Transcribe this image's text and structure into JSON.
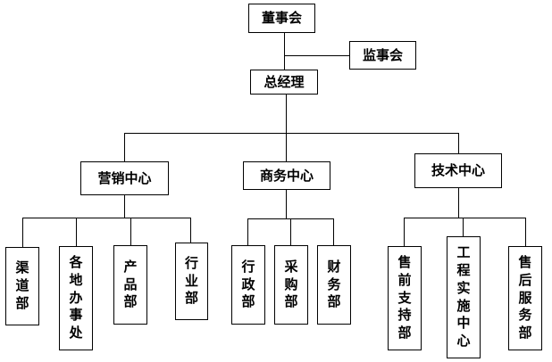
{
  "chart_data": {
    "type": "diagram",
    "diagram_type": "organization-chart",
    "title": "",
    "orientation": "top-down",
    "language": "zh-CN",
    "style": {
      "background": "#ffffff",
      "box_fill": "#ffffff",
      "box_border": "#000000",
      "connector_color": "#000000",
      "text_color": "#000000"
    },
    "levels": [
      {
        "level": 0,
        "nodes": [
          "board"
        ]
      },
      {
        "level": 0.5,
        "nodes": [
          "supervisors"
        ]
      },
      {
        "level": 1,
        "nodes": [
          "general-manager"
        ]
      },
      {
        "level": 2,
        "nodes": [
          "marketing-center",
          "business-center",
          "technology-center"
        ]
      },
      {
        "level": 3,
        "nodes": [
          "channel-dept",
          "regional-offices",
          "product-dept",
          "industry-dept",
          "admin-dept",
          "purchasing-dept",
          "finance-dept",
          "presales-support-dept",
          "engineering-implementation-center",
          "aftersales-service-dept"
        ]
      }
    ],
    "edges": [
      {
        "from": "board",
        "to": "general-manager"
      },
      {
        "from": "board",
        "to": "supervisors",
        "style": "staff-line"
      },
      {
        "from": "general-manager",
        "to": "marketing-center"
      },
      {
        "from": "general-manager",
        "to": "business-center"
      },
      {
        "from": "general-manager",
        "to": "technology-center"
      },
      {
        "from": "marketing-center",
        "to": "channel-dept"
      },
      {
        "from": "marketing-center",
        "to": "regional-offices"
      },
      {
        "from": "marketing-center",
        "to": "product-dept"
      },
      {
        "from": "marketing-center",
        "to": "industry-dept"
      },
      {
        "from": "business-center",
        "to": "admin-dept"
      },
      {
        "from": "business-center",
        "to": "purchasing-dept"
      },
      {
        "from": "business-center",
        "to": "finance-dept"
      },
      {
        "from": "technology-center",
        "to": "presales-support-dept"
      },
      {
        "from": "technology-center",
        "to": "engineering-implementation-center"
      },
      {
        "from": "technology-center",
        "to": "aftersales-service-dept"
      }
    ]
  },
  "nodes": {
    "board": {
      "id": "board",
      "label": "董事会",
      "writing": "horizontal"
    },
    "supervisors": {
      "id": "supervisors",
      "label": "监事会",
      "writing": "horizontal"
    },
    "general_manager": {
      "id": "general-manager",
      "label": "总经理",
      "writing": "horizontal"
    },
    "marketing_center": {
      "id": "marketing-center",
      "label": "营销中心",
      "writing": "horizontal"
    },
    "business_center": {
      "id": "business-center",
      "label": "商务中心",
      "writing": "horizontal"
    },
    "technology_center": {
      "id": "technology-center",
      "label": "技术中心",
      "writing": "horizontal"
    },
    "channel_dept": {
      "id": "channel-dept",
      "label": "渠道部",
      "writing": "vertical"
    },
    "regional_offices": {
      "id": "regional-offices",
      "label": "各地办事处",
      "writing": "vertical"
    },
    "product_dept": {
      "id": "product-dept",
      "label": "产品部",
      "writing": "vertical"
    },
    "industry_dept": {
      "id": "industry-dept",
      "label": "行业部",
      "writing": "vertical"
    },
    "admin_dept": {
      "id": "admin-dept",
      "label": "行政部",
      "writing": "vertical"
    },
    "purchasing_dept": {
      "id": "purchasing-dept",
      "label": "采购部",
      "writing": "vertical"
    },
    "finance_dept": {
      "id": "finance-dept",
      "label": "财务部",
      "writing": "vertical"
    },
    "presales_support_dept": {
      "id": "presales-support-dept",
      "label": "售前支持部",
      "writing": "vertical"
    },
    "engineering_implementation_center": {
      "id": "engineering-implementation-center",
      "label": "工程实施中心",
      "writing": "vertical"
    },
    "aftersales_service_dept": {
      "id": "aftersales-service-dept",
      "label": "售后服务部",
      "writing": "vertical"
    }
  }
}
